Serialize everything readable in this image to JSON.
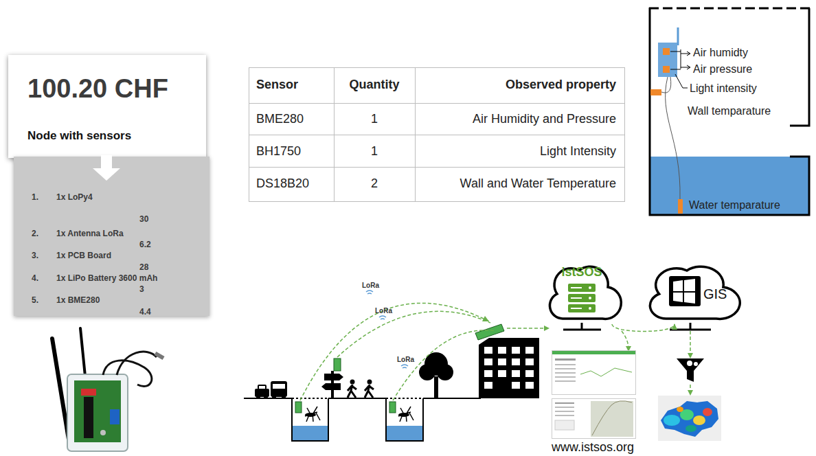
{
  "diagram": {
    "nodes": [
      {
        "text": [
          "100.20 CHF",
          "Node with sensors"
        ]
      },
      {
        "text": [
          "1.",
          "1x LoPy4",
          "30",
          "2.",
          "1x Antenna LoRa",
          "6.2",
          "3.",
          "1x PCB Board",
          "28",
          "4.",
          "1x LiPo Battery 3600 mAh",
          "3",
          "5.",
          "1x BME280",
          "4.4"
        ]
      },
      {
        "text": [
          "istSOS"
        ]
      },
      {
        "text": [
          "GIS"
        ]
      }
    ],
    "edges": [
      {
        "from": 2,
        "to": 3,
        "arrow": "to"
      }
    ],
    "labels": [
      "Sensor",
      "Quantity",
      "Observed property",
      "BME280",
      "1",
      "Air Humidity and Pressure",
      "BH1750",
      "1",
      "Light Intensity",
      "DS18B20",
      "2",
      "Wall and Water Temperature",
      "Air humidty",
      "Air pressure",
      "Light intensity",
      "Wall temparature",
      "Water temparature",
      "LoRa",
      "LoRa",
      "LoRa",
      "www.istsos.org"
    ]
  }
}
